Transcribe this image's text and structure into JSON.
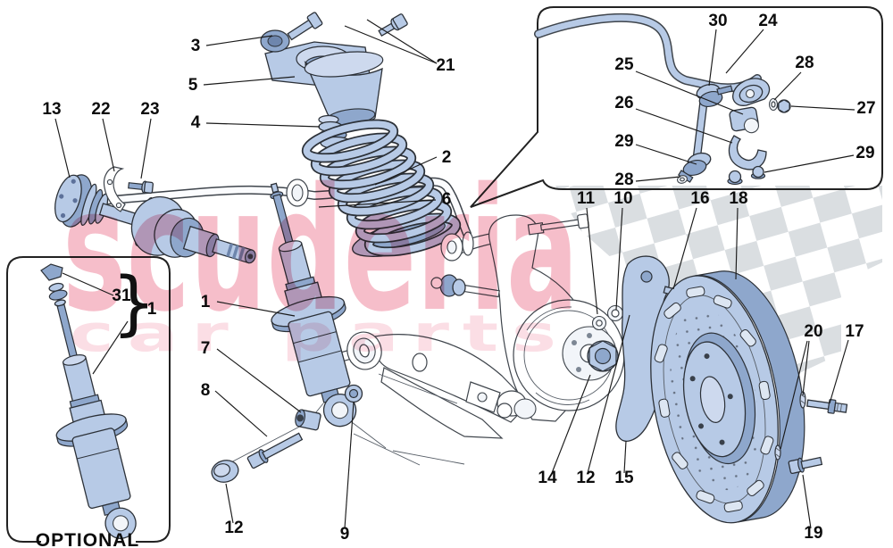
{
  "figure": {
    "type": "exploded-parts-diagram",
    "subject": "rear suspension, shock absorber, anti-roll bar and brake disc"
  },
  "watermark": {
    "title": "scuderia",
    "subtitle": "car parts",
    "color": "#e95d7c"
  },
  "insets": {
    "optional_label": "OPTIONAL"
  },
  "colors": {
    "part_fill": "#b7cae6",
    "part_shade": "#8ea7cc",
    "outline": "#2c3138",
    "checker": "#d6dade",
    "watermark_pink": "#e95d7c"
  },
  "callouts": {
    "n1": "1",
    "n2": "2",
    "n3": "3",
    "n4": "4",
    "n5": "5",
    "n6": "6",
    "n7": "7",
    "n8": "8",
    "n9": "9",
    "n10": "10",
    "n11": "11",
    "n12": "12",
    "n13": "13",
    "n14": "14",
    "n15": "15",
    "n16": "16",
    "n17": "17",
    "n18": "18",
    "n19": "19",
    "n20": "20",
    "n21": "21",
    "n22": "22",
    "n23": "23",
    "n24": "24",
    "n25": "25",
    "n26": "26",
    "n27": "27",
    "n28": "28",
    "n29": "29",
    "n30": "30",
    "n31": "31",
    "brace": "}"
  }
}
